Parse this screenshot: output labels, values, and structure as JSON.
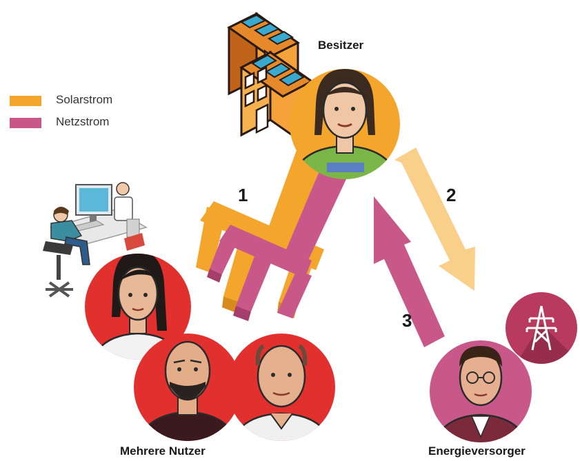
{
  "legend": {
    "items": [
      {
        "label": "Solarstrom",
        "color": "#f4a52c"
      },
      {
        "label": "Netzstrom",
        "color": "#c8588a"
      }
    ]
  },
  "roles": {
    "owner": "Besitzer",
    "users": "Mehrere Nutzer",
    "utility": "Energieversorger"
  },
  "flows": {
    "one": "1",
    "two": "2",
    "three": "3"
  },
  "colors": {
    "solar": "#f4a52c",
    "solar_light": "#f9cf8a",
    "grid": "#c8588a",
    "users_circle": "#e2302f",
    "owner_circle": "#f4a52c",
    "utility_circle": "#c8588a",
    "pylon_circle": "#b83a5e",
    "building": "#f5a23a",
    "panel": "#3aa9d0"
  },
  "icons": [
    "building-icon",
    "office-workers-icon",
    "power-pylon-icon"
  ]
}
